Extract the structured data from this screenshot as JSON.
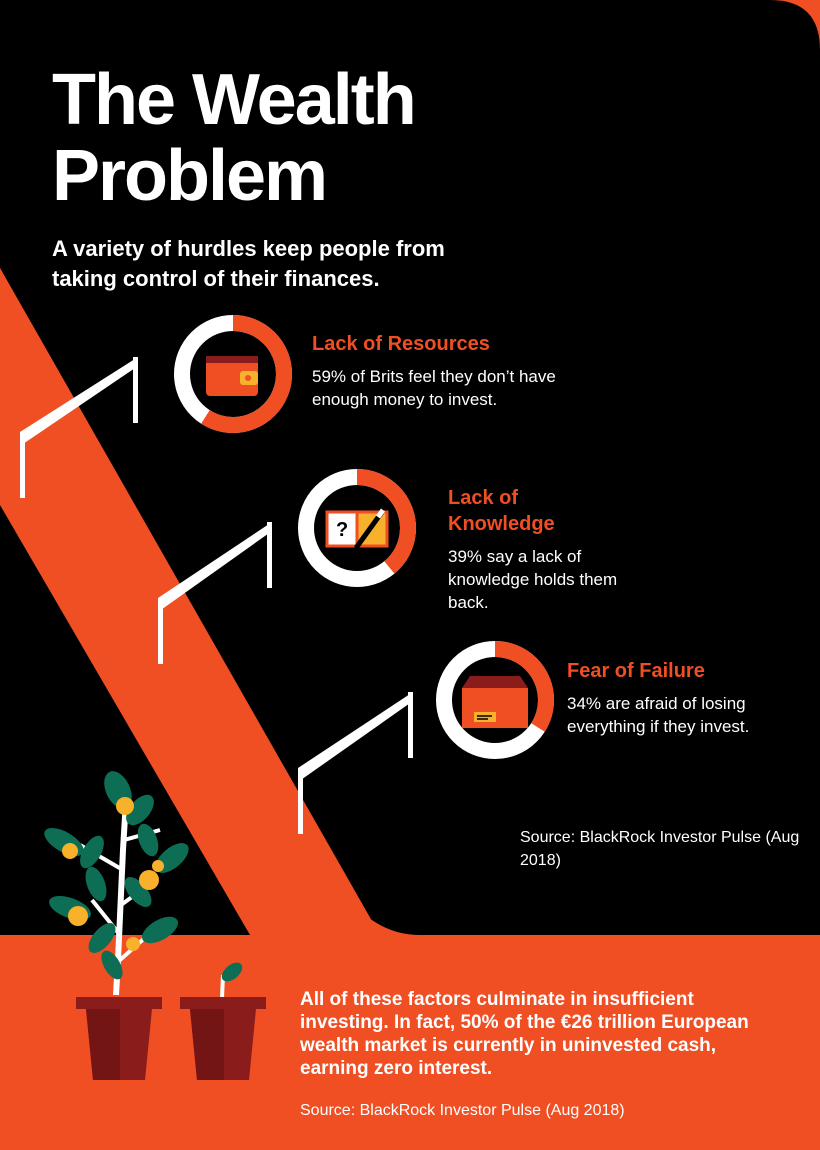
{
  "header": {
    "title_line1": "The Wealth",
    "title_line2": "Problem",
    "subtitle": "A variety of hurdles keep people from taking control of their finances."
  },
  "stats": [
    {
      "title": "Lack of Resources",
      "text": "59% of Brits feel they don’t have enough money to invest.",
      "icon": "wallet-icon",
      "ring_percent": 59
    },
    {
      "title": "Lack of Knowledge",
      "text": "39% say a lack of knowledge holds them back.",
      "icon": "question-book-icon",
      "ring_percent": 39
    },
    {
      "title": "Fear of Failure",
      "text": "34% are afraid of losing everything if they invest.",
      "icon": "empty-box-icon",
      "ring_percent": 34
    }
  ],
  "source_1": "Source: BlackRock Investor Pulse (Aug 2018)",
  "conclusion": "All of these factors culminate in insufficient investing. In fact, 50% of the €26 trillion European wealth market is currently in uninvested cash, earning zero interest.",
  "source_2": "Source: BlackRock Investor Pulse (Aug 2018)",
  "colors": {
    "accent": "#f04e23",
    "background": "#000000",
    "text": "#ffffff",
    "leaf": "#0d6e55",
    "pot": "#8a1c1c",
    "coin": "#f7b12a"
  }
}
